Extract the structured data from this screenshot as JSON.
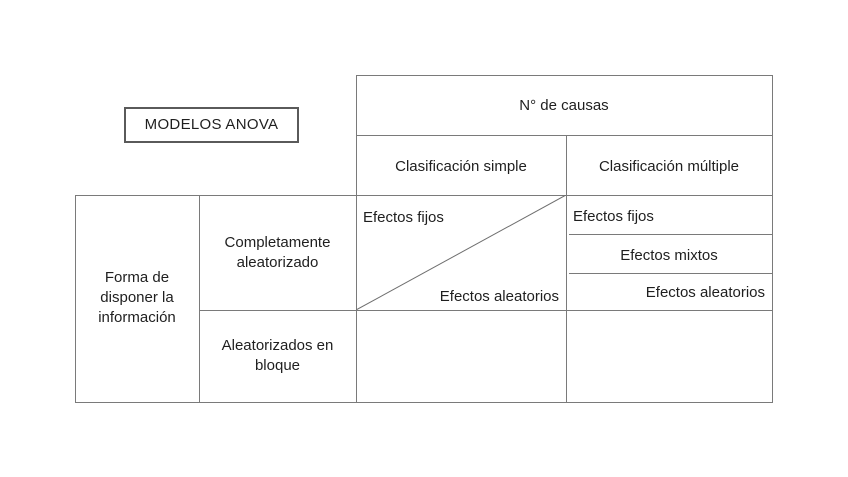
{
  "title_box": {
    "label": "MODELOS ANOVA"
  },
  "header": {
    "top": "N° de causas",
    "columns": [
      {
        "label": "Clasificación simple"
      },
      {
        "label": "Clasificación múltiple"
      }
    ]
  },
  "left_axis": {
    "label": "Forma de\ndisponer la\ninformación"
  },
  "row_headers": [
    {
      "label": "Completamente\naleatorizado"
    },
    {
      "label": "Aleatorizados en\nbloque"
    }
  ],
  "cells": {
    "simple_completamente": {
      "top_left": "Efectos fijos",
      "bottom_right": "Efectos aleatorios"
    },
    "multiple_completamente": {
      "items": [
        {
          "label": "Efectos fijos",
          "align": "left"
        },
        {
          "label": "Efectos mixtos",
          "align": "center"
        },
        {
          "label": "Efectos aleatorios",
          "align": "right"
        }
      ]
    }
  },
  "colors": {
    "border": "#7a7a7a",
    "box_border": "#5a5a5a",
    "text": "#1f1f1f",
    "background": "#ffffff"
  }
}
